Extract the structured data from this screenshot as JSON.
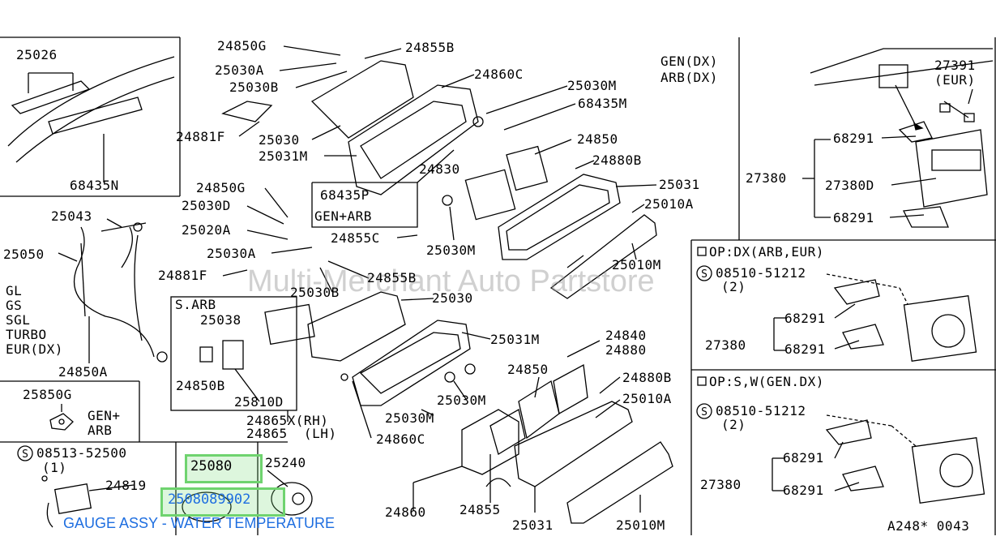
{
  "watermark": "Multi-Merchant Auto Partstore",
  "caption": "GAUGE ASSY - WATER TEMPERATURE",
  "diagram_id": "A248* 0043",
  "highlight": {
    "part": "25080",
    "part_number": "2508089902"
  },
  "panels": {
    "top_left": "25026",
    "gen_arb": [
      "GEN(DX)",
      "ARB(DX)"
    ],
    "opt_dx_arb_eur": "OP:DX(ARB,EUR)",
    "opt_s_w_gen_dx": "OP:S,W(GEN.DX)",
    "s_arb": "S.ARB",
    "bolt1": "08513-52500",
    "bolt1_qty": "(1)",
    "bolt2": "08510-51212",
    "bolt2_qty": "(2)",
    "bolt3": "08510-51212",
    "bolt3_qty": "(2)"
  },
  "labels": {
    "p25026": "25026",
    "p68435N": "68435N",
    "p24850G_a": "24850G",
    "p24855B_a": "24855B",
    "p25030A_a": "25030A",
    "p25030B_a": "25030B",
    "p24860C_a": "24860C",
    "p25030M_a": "25030M",
    "p68435M": "68435M",
    "p24881F_a": "24881F",
    "p25030_a": "25030",
    "p25031M_a": "25031M",
    "p24850": "24850",
    "p24880B_a": "24880B",
    "p24830": "24830",
    "p68435P": "68435P",
    "p_genarb": "GEN+ARB",
    "p25031": "25031",
    "p25010A_a": "25010A",
    "p24850G_b": "24850G",
    "p25030D": "25030D",
    "p25020A": "25020A",
    "p25030A_b": "25030A",
    "p24855C": "24855C",
    "p25030M_b": "25030M",
    "p25010M_a": "25010M",
    "p24881F_b": "24881F",
    "p24855B_b": "24855B",
    "p25030B_b": "25030B",
    "p25030_b": "25030",
    "p25038": "25038",
    "p24850B": "24850B",
    "p25810D": "25810D",
    "p25031M_b": "25031M",
    "p24840": "24840",
    "p24880": "24880",
    "p24850_b": "24850",
    "p24880B_b": "24880B",
    "p25030M_c": "25030M",
    "p25010A_b": "25010A",
    "p25030M_d": "25030M",
    "p24865X": "24865X(RH)",
    "p24865": "24865  (LH)",
    "p24860C_b": "24860C",
    "p24860": "24860",
    "p24855": "24855",
    "p25031_b": "25031",
    "p25010M_b": "25010M",
    "p25043": "25043",
    "p25050": "25050",
    "p24850A": "24850A",
    "p25850G": "25850G",
    "p_genarb2": "GEN+\nARB",
    "p24819": "24819",
    "p25240": "25240",
    "p27391": "27391",
    "p_eur": "(EUR)",
    "p68291_a": "68291",
    "p27380_a": "27380",
    "p27380D": "27380D",
    "p68291_b": "68291",
    "p68291_c": "68291",
    "p27380_b": "27380",
    "p68291_d": "68291",
    "p68291_e": "68291",
    "p27380_c": "27380",
    "p68291_f": "68291",
    "variants": "GL\nGS\nSGL\nTURBO\nEUR(DX)"
  }
}
